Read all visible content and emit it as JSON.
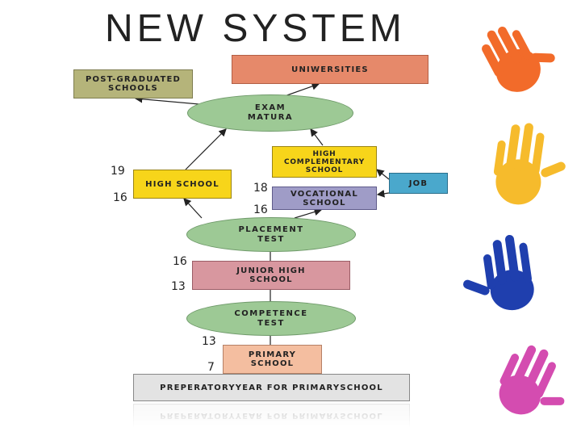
{
  "title": "NEW SYSTEM",
  "nodes": {
    "universities": "UNIWERSITIES",
    "postgrad": "POST-GRADUATED\nSCHOOLS",
    "exam_matura": "EXAM\nMATURA",
    "high_complementary": "HIGH\nCOMPLEMENTARY\nSCHOOL",
    "job": "JOB",
    "high_school": "HIGH SCHOOL",
    "vocational": "VOCATIONAL\nSCHOOL",
    "placement_test": "PLACEMENT\nTEST",
    "junior_high": "JUNIOR HIGH\nSCHOOL",
    "competence_test": "COMPETENCE\nTEST",
    "primary": "PRIMARY\nSCHOOL",
    "preparatory": "PREPERATORYYEAR FOR PRIMARYSCHOOL"
  },
  "ages": {
    "high_top": "19",
    "high_bottom": "16",
    "vocational_top": "18",
    "vocational_bottom": "16",
    "junior_top": "16",
    "junior_bottom": "13",
    "primary_top": "13",
    "primary_bottom": "7"
  },
  "colors": {
    "universities": "#e6896a",
    "postgrad": "#b5b47a",
    "high": "#f7d51a",
    "vocational": "#9f9cc7",
    "job": "#4aa8cc",
    "junior": "#d8979f",
    "primary": "#f4bea0",
    "preparatory": "#e3e3e3",
    "ellipse": "#9dc995",
    "hands": [
      "#f26b2a",
      "#f6bb2c",
      "#1f3fae",
      "#d44cb0"
    ]
  }
}
